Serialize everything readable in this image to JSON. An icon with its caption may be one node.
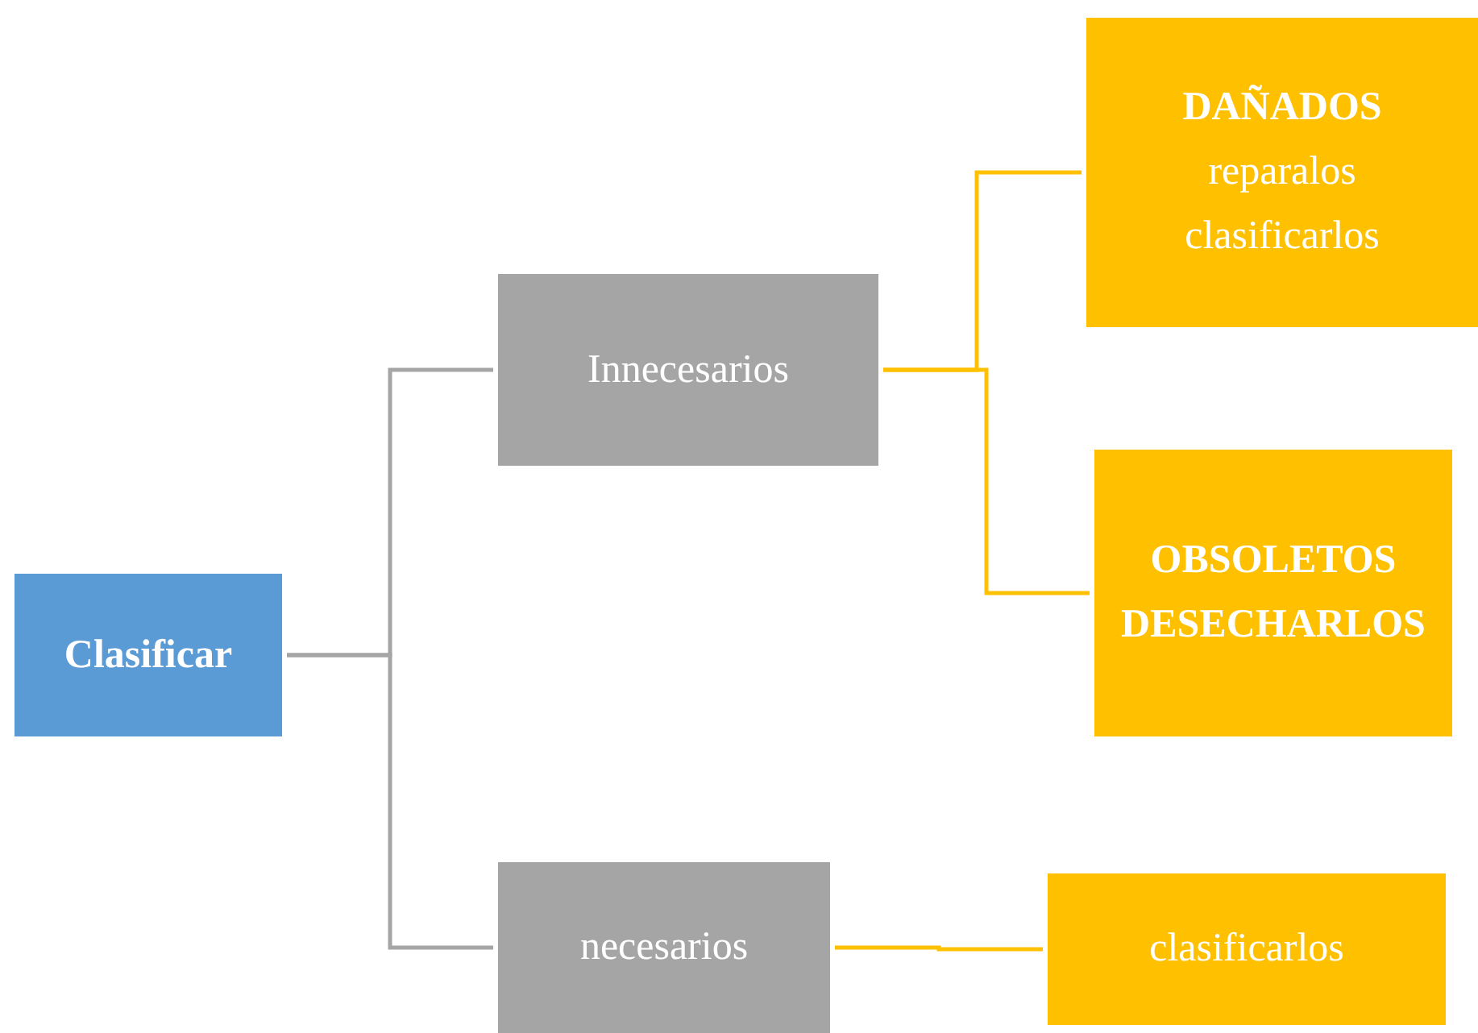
{
  "diagram": {
    "nodes": [
      {
        "text": [
          "Clasificar"
        ]
      },
      {
        "text": [
          "Innecesarios"
        ]
      },
      {
        "text": [
          "necesarios"
        ]
      },
      {
        "text": [
          "DAÑADOS",
          "reparalos",
          "clasificarlos"
        ]
      },
      {
        "text": [
          "OBSOLETOS",
          "DESECHARLOS"
        ]
      },
      {
        "text": [
          "clasificarlos"
        ]
      }
    ],
    "edges": [
      {
        "from": 0,
        "to": 1,
        "arrow": "none",
        "color": "#a5a5a5"
      },
      {
        "from": 0,
        "to": 2,
        "arrow": "none",
        "color": "#a5a5a5"
      },
      {
        "from": 1,
        "to": 3,
        "arrow": "none"
      },
      {
        "from": 1,
        "to": 4,
        "arrow": "none"
      },
      {
        "from": 2,
        "to": 5,
        "arrow": "none"
      }
    ]
  }
}
